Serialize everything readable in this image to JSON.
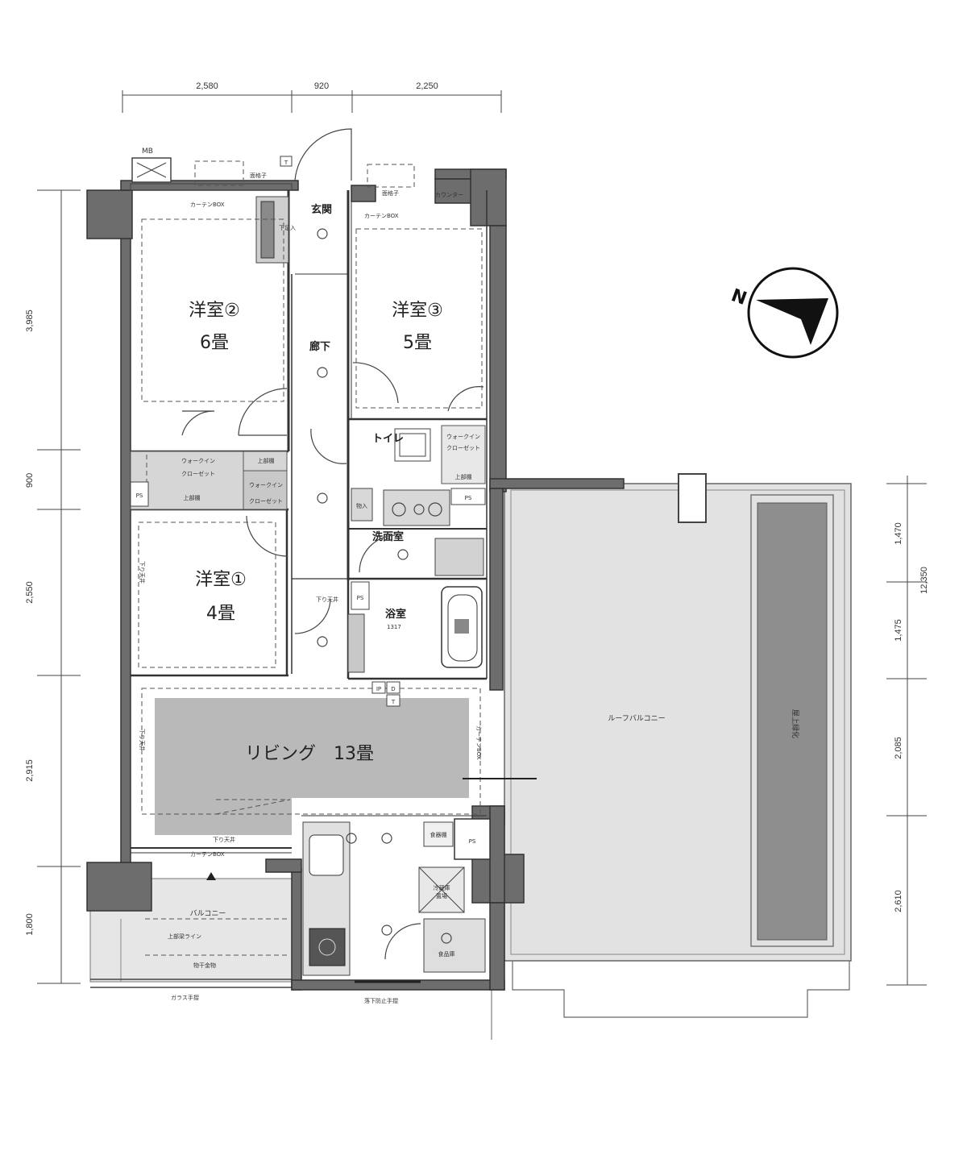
{
  "dimensions": {
    "top": [
      "2,580",
      "920",
      "2,250"
    ],
    "left": [
      "3,985",
      "900",
      "2,550",
      "2,915",
      "1,800"
    ],
    "right": [
      "1,470",
      "1,475",
      "2,085",
      "2,610"
    ],
    "right_total": "12,350"
  },
  "rooms": {
    "western2_name": "洋室②",
    "western2_size": "6畳",
    "western3_name": "洋室③",
    "western3_size": "5畳",
    "western1_name": "洋室①",
    "western1_size": "4畳",
    "living": "リビング　13畳",
    "entrance": "玄関",
    "corridor": "廊下",
    "toilet": "トイレ",
    "washroom": "洗面室",
    "bathroom": "浴室",
    "bathroom_sub": "1317",
    "roof_balcony": "ルーフバルコニー",
    "rooftop_green": "屋上緑化",
    "balcony": "バルコニー",
    "walkin_closet": "ウォークイン\nクローゼット",
    "walkin_closet_small": "ウォークイン\nクローゼット",
    "walkin_closet_right": "ウォークイン\nクローゼット",
    "storage": "物入",
    "pantry": "食品庫",
    "fridge": "冷蔵庫\n置場",
    "dish_shelf": "食器棚",
    "upper_shelf": "上部棚",
    "shoe_box": "下足入",
    "lowered_ceiling": "下り天井",
    "curtain_box": "カーテンBOX",
    "lattice": "面格子",
    "counter": "カウンター",
    "glass_rail": "ガラス手摺",
    "fall_rail": "落下防止手摺",
    "eave_line": "上部梁ライン",
    "drying_rod": "物干金物",
    "ps": "PS",
    "mb": "MB",
    "ip": "IP",
    "d": "D",
    "t": "T",
    "north": "N"
  }
}
